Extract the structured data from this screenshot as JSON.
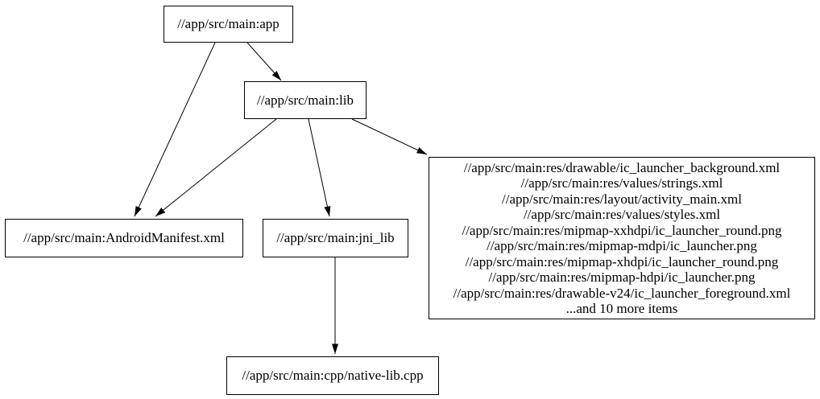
{
  "graph": {
    "nodes": {
      "app": {
        "label": "//app/src/main:app"
      },
      "lib": {
        "label": "//app/src/main:lib"
      },
      "manifest": {
        "label": "//app/src/main:AndroidManifest.xml"
      },
      "jni_lib": {
        "label": "//app/src/main:jni_lib"
      },
      "res_group": {
        "lines": [
          "//app/src/main:res/drawable/ic_launcher_background.xml",
          "//app/src/main:res/values/strings.xml",
          "//app/src/main:res/layout/activity_main.xml",
          "//app/src/main:res/values/styles.xml",
          "//app/src/main:res/mipmap-xxhdpi/ic_launcher_round.png",
          "//app/src/main:res/mipmap-mdpi/ic_launcher.png",
          "//app/src/main:res/mipmap-xhdpi/ic_launcher_round.png",
          "//app/src/main:res/mipmap-hdpi/ic_launcher.png",
          "//app/src/main:res/drawable-v24/ic_launcher_foreground.xml",
          "...and 10 more items"
        ]
      },
      "native_lib": {
        "label": "//app/src/main:cpp/native-lib.cpp"
      }
    },
    "edges": [
      {
        "from": "app",
        "to": "manifest"
      },
      {
        "from": "app",
        "to": "lib"
      },
      {
        "from": "lib",
        "to": "manifest"
      },
      {
        "from": "lib",
        "to": "jni_lib"
      },
      {
        "from": "lib",
        "to": "res_group"
      },
      {
        "from": "jni_lib",
        "to": "native_lib"
      }
    ],
    "colors": {
      "background": "#ffffff",
      "node_fill": "#ffffff",
      "node_border": "#000000",
      "text": "#000000",
      "edge": "#000000"
    }
  }
}
